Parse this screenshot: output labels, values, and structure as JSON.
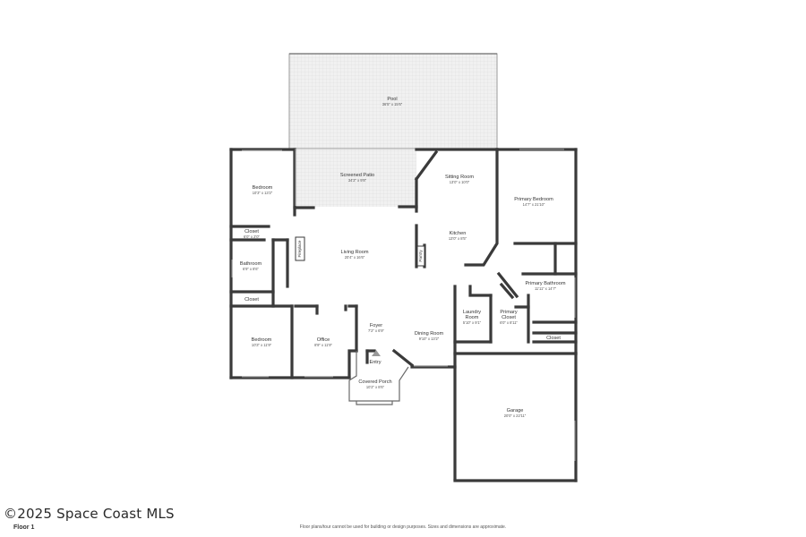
{
  "rooms": [
    {
      "id": "pool",
      "name": "Pool",
      "dims": "36'5\" x 15'6\""
    },
    {
      "id": "screened-patio",
      "name": "Screened Patio",
      "dims": "34'2\" x 9'8\""
    },
    {
      "id": "sitting-room",
      "name": "Sitting Room",
      "dims": "13'0\" x 10'0\""
    },
    {
      "id": "primary-bedroom",
      "name": "Primary Bedroom",
      "dims": "14'7\" x 21'10\""
    },
    {
      "id": "bedroom-1",
      "name": "Bedroom",
      "dims": "10'3\" x 13'2\""
    },
    {
      "id": "closet-1",
      "name": "Closet",
      "dims": "6'0\" x 2'0\""
    },
    {
      "id": "bathroom",
      "name": "Bathroom",
      "dims": "6'9\" x 8'6\""
    },
    {
      "id": "closet-2",
      "name": "Closet",
      "dims": ""
    },
    {
      "id": "living-room",
      "name": "Living Room",
      "dims": "20'4\" x 16'6\""
    },
    {
      "id": "kitchen",
      "name": "Kitchen",
      "dims": "13'0\" x 8'5\""
    },
    {
      "id": "primary-bathroom",
      "name": "Primary Bathroom",
      "dims": "11'11\" x 14'7\""
    },
    {
      "id": "laundry-room",
      "name": "Laundry Room",
      "dims": "5'10\" x 9'1\""
    },
    {
      "id": "primary-closet",
      "name": "Primary Closet",
      "dims": "6'0\" x 8'11\""
    },
    {
      "id": "closet-3",
      "name": "Closet",
      "dims": ""
    },
    {
      "id": "foyer",
      "name": "Foyer",
      "dims": "7'2\" x 6'9\""
    },
    {
      "id": "dining-room",
      "name": "Dining Room",
      "dims": "9'10\" x 13'2\""
    },
    {
      "id": "bedroom-2",
      "name": "Bedroom",
      "dims": "10'3\" x 11'9\""
    },
    {
      "id": "office",
      "name": "Office",
      "dims": "8'9\" x 11'9\""
    },
    {
      "id": "entry",
      "name": "Entry",
      "dims": ""
    },
    {
      "id": "covered-porch",
      "name": "Covered Porch",
      "dims": "10'2\" x 8'6\""
    },
    {
      "id": "garage",
      "name": "Garage",
      "dims": "20'0\" x 22'11\""
    }
  ],
  "fixtures": {
    "fireplace": "Fireplace",
    "pantry": "Pantry"
  },
  "footer": {
    "watermark": "©2025 Space Coast MLS",
    "floor_label": "Floor 1",
    "disclaimer": "Floor plans/tour cannot be used for building or design purposes. Sizes and dimensions are approximate."
  },
  "colors": {
    "wall": "#3a3a3a",
    "pool_tile": "#ececec",
    "background": "#ffffff"
  }
}
